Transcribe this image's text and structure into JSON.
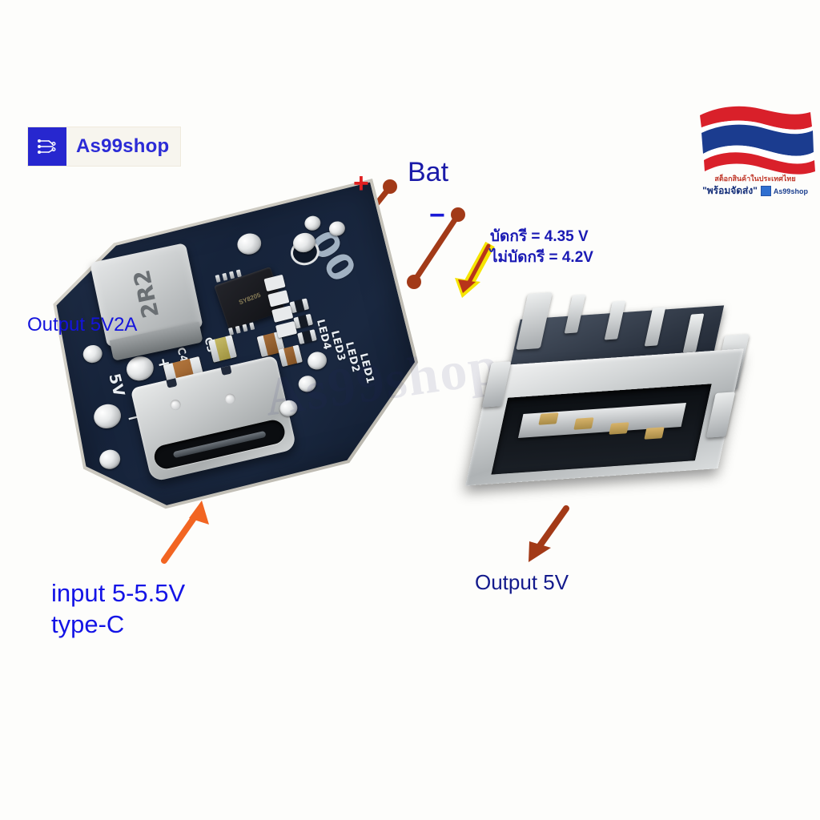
{
  "image": {
    "title": "USB Type-C 5V 2A boost converter charging module product photo",
    "background_color": "#fdfdfb"
  },
  "logo": {
    "name": "As99shop",
    "icon": "circuit-board-icon",
    "mark_color": "#2727cf",
    "text_color": "#2b2bd6"
  },
  "flag_watermark": {
    "name": "thai-flag-watermark",
    "line1": "สต็อกสินค้าในประเทศไทย",
    "line2": "\"พร้อมจัดส่ง\"",
    "shop": "As99shop",
    "colors": {
      "red": "#d9202a",
      "blue": "#1b3c8f",
      "white": "#ffffff"
    }
  },
  "annotations": {
    "bat": {
      "label": "Bat",
      "color": "#1a1aa8",
      "plus": "+",
      "plus_color": "#e02020",
      "minus": "−",
      "minus_color": "#1a1ad6"
    },
    "voltage": {
      "line1": "บัดกรี = 4.35 V",
      "line2": "ไม่บัดกรี = 4.2V",
      "color": "#1a1ab4",
      "arrow_color": "#f5e400"
    },
    "output_2a": {
      "label": "Output 5V2A",
      "color": "#1414dc",
      "arrow_color": "#a33a17"
    },
    "input": {
      "line1": "input 5-5.5V",
      "line2": "type-C",
      "color": "#1414e6",
      "arrow_color": "#f26522"
    },
    "output_5v": {
      "label": "Output 5V",
      "color": "#131a8c",
      "arrow_color": "#a33a17"
    }
  },
  "pcb": {
    "name": "charging-boost-module-pcb",
    "solder_mask_color": "#1a2840",
    "inductor_marking": "2R2",
    "ic_marking": "SY8205",
    "silkscreen": {
      "pad_5v": "5V",
      "pad_plus": "+",
      "pad_minus": "−",
      "cap_c4": "C4",
      "cap_c3": "C3",
      "led_labels": [
        "LED4",
        "LED3",
        "LED2",
        "LED1"
      ],
      "big_mark": "00"
    }
  },
  "usb_a": {
    "name": "usb-a-female-connector",
    "type": "USB-A female through-hole"
  },
  "center_watermark": {
    "text": "As99shop"
  }
}
